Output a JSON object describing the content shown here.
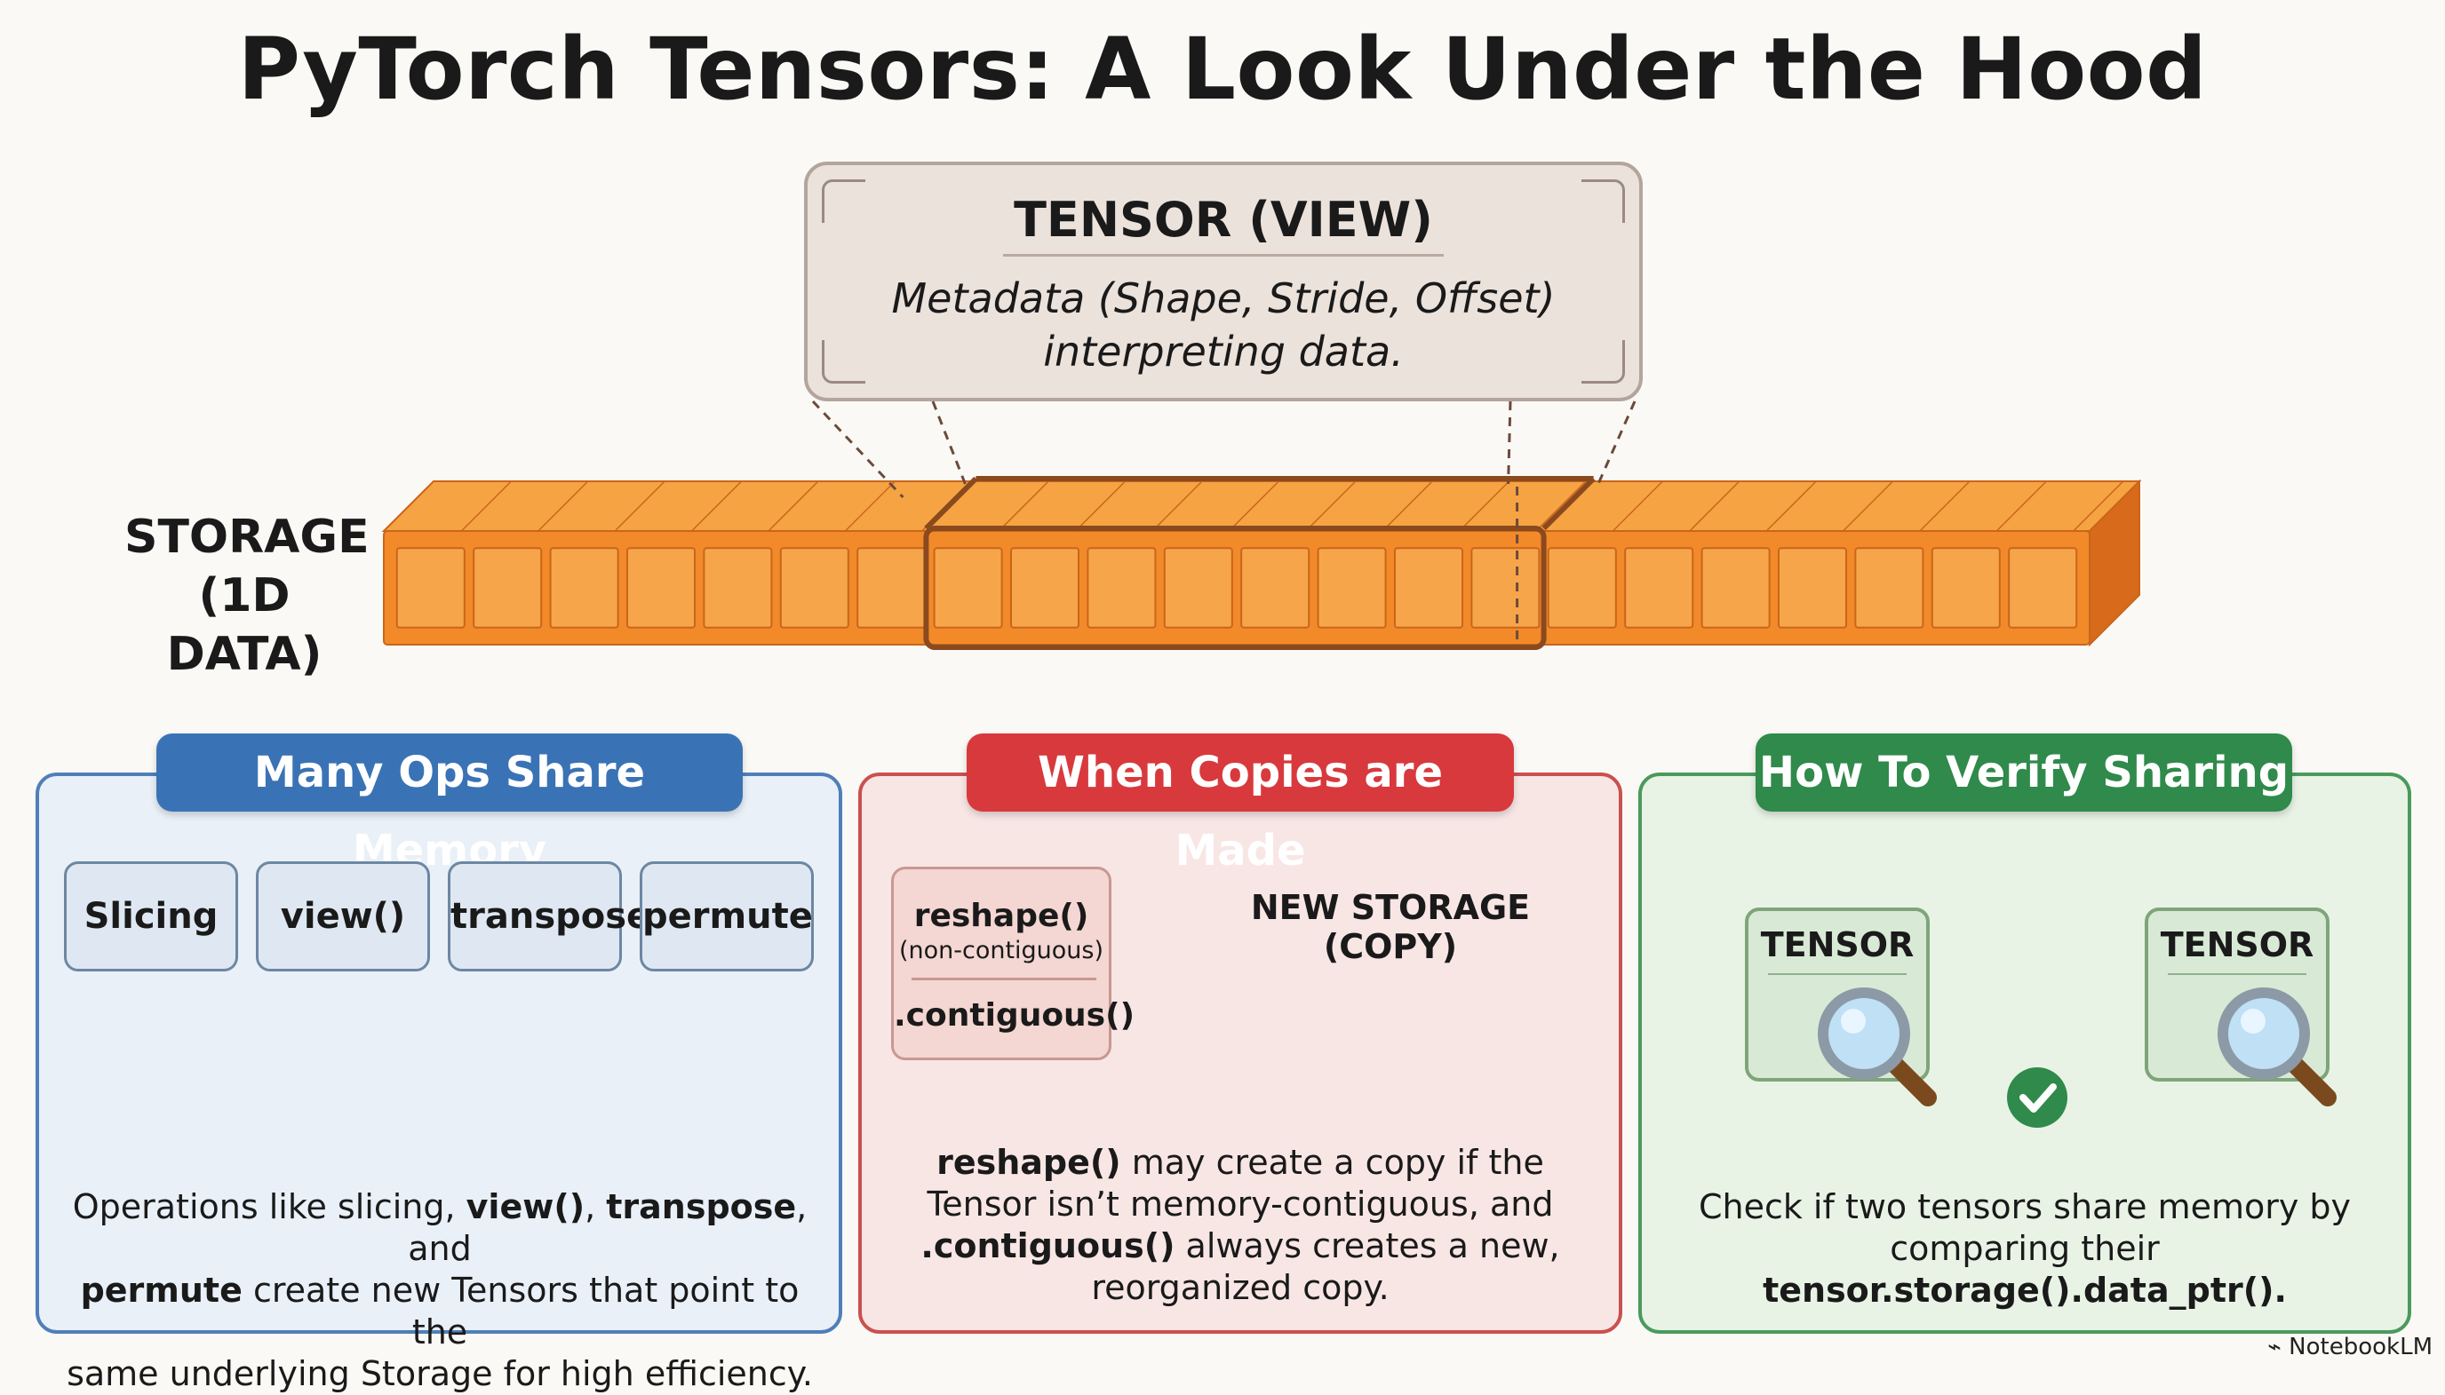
{
  "title": "PyTorch Tensors: A Look Under the Hood",
  "tensor_view": {
    "title": "TENSOR (VIEW)",
    "line1": "Metadata (Shape, Stride, Offset)",
    "line2": "interpreting data."
  },
  "storage": {
    "label_line1": "STORAGE",
    "label_line2": "(1D DATA)",
    "cell_count": 22,
    "view_start": 7,
    "view_end": 14
  },
  "panels": {
    "share": {
      "header": "Many Ops Share Memory",
      "ops": [
        "Slicing",
        "view()",
        "transpose",
        "permute"
      ],
      "desc": [
        {
          "t": "Operations like slicing, ",
          "b": false
        },
        {
          "t": "view()",
          "b": true
        },
        {
          "t": ", ",
          "b": false
        },
        {
          "t": "transpose",
          "b": true
        },
        {
          "t": ", and",
          "b": false
        },
        {
          "t": "\n",
          "b": false
        },
        {
          "t": "permute",
          "b": true
        },
        {
          "t": " create new Tensors that point to the",
          "b": false
        },
        {
          "t": "\n",
          "b": false
        },
        {
          "t": "same underlying Storage for high efficiency.",
          "b": false
        }
      ]
    },
    "copies": {
      "header": "When Copies are Made",
      "reshape": "reshape()",
      "reshape_note": "(non-contiguous)",
      "contiguous": ".contiguous()",
      "new_storage": "NEW STORAGE (COPY)",
      "desc": [
        {
          "t": "reshape()",
          "b": true
        },
        {
          "t": " may create a copy if the",
          "b": false
        },
        {
          "t": "\n",
          "b": false
        },
        {
          "t": "Tensor isn’t memory-contiguous, and",
          "b": false
        },
        {
          "t": "\n",
          "b": false
        },
        {
          "t": ".contiguous()",
          "b": true
        },
        {
          "t": " always creates a new,",
          "b": false
        },
        {
          "t": "\n",
          "b": false
        },
        {
          "t": "reorganized copy.",
          "b": false
        }
      ]
    },
    "verify": {
      "header": "How To Verify Sharing",
      "tensor_left": "TENSOR",
      "tensor_right": "TENSOR",
      "desc": [
        {
          "t": "Check if two tensors share memory by",
          "b": false
        },
        {
          "t": "\n",
          "b": false
        },
        {
          "t": "comparing their",
          "b": false
        },
        {
          "t": "\n",
          "b": false
        },
        {
          "t": "tensor.storage().data_ptr().",
          "b": true
        }
      ]
    }
  },
  "brand": "NotebookLM",
  "colors": {
    "orange": "#f28a2a",
    "orange_dark": "#c9661a",
    "blue": "#3a73b5",
    "red": "#d8393d",
    "green": "#2f8a4b",
    "purple": "#9436b8"
  }
}
